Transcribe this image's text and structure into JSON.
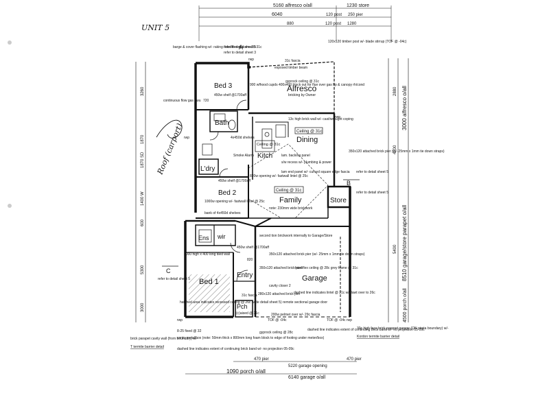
{
  "sheet": {
    "unit_label": "UNIT 5",
    "dims_top": {
      "alfresco_overall": "5160 alfresco o/all",
      "store_overall": "1230 store",
      "left_run": "6040",
      "post1": "120 post",
      "post2": "120 post",
      "pier": "250 pier",
      "right_run": "880",
      "store_sub": "1280"
    },
    "dims_right": {
      "alfresco_overall": "3000 alfresco o/all",
      "garage_store_overall": "8510 garage/store parapet o/all",
      "porch_overall": "4500 porch o/all",
      "r1": "2880",
      "r2": "4200",
      "r3": "5400"
    },
    "dims_left": {
      "v1": "3260",
      "v2": "1870",
      "v3": "1870 SD",
      "v4": "1400 W",
      "v5": "600",
      "v6": "5300",
      "v7": "3000"
    },
    "dims_bottom": {
      "pier_left": "470 pier",
      "garage_opening": "5220 garage opening",
      "pier_right": "470 pier",
      "porch_overall": "1090 porch o/all",
      "garage_overall": "6140 garage o/all"
    },
    "rooms": {
      "bed3": "Bed 3",
      "alfresco": "Alfresco",
      "bath": "Bath",
      "dining": "Dining",
      "kitchen": "Kitch",
      "laundry": "L'dry",
      "bed2": "Bed 2",
      "family": "Family",
      "store": "Store",
      "ens": "Ens",
      "wir": "wir",
      "bed1": "Bed 1",
      "entry": "Entry",
      "garage": "Garage",
      "porch": "Pch"
    },
    "ceilings": {
      "dining": "Ceiling @ 31c",
      "kitchen": "Ceiling @ 31c",
      "family": "Ceiling @ 31c"
    },
    "section_markers": {
      "a": "A",
      "b": "B",
      "c": "C",
      "ref_a": "refer to detail sheet 5",
      "ref_b": "refer to detail sheet 5",
      "ref_c": "refer to detail sheet 5"
    },
    "notes": {
      "barge": "barge & cover flashing w/- raking fixed/flex spacers 28-31c",
      "ref_top": "refer to detail sheet 3",
      "post_note": "120x120 timber post w/- blade stirrup (TOF @ -04c)",
      "fascia_top": "31c fascia",
      "exposed_beam": "exposed timber beam",
      "rwp1": "rwp",
      "rwp2": "rwp",
      "rwp3": "rwp",
      "rwp4": "rwp",
      "rwp5": "rwp",
      "gyprock_ceiling": "gyprock ceiling @ 31c",
      "bricking": "bricking by Owner",
      "gas_note": "900 wfhood cupds 400x400 block out for flue over gas hp & canopy rh/cond",
      "shelf_bed3": "450w shelf @1700aff",
      "gas_flue": "continuous flow gas hwu",
      "high_wall": "13c high brick wall w/- cast/wrought coping",
      "shelves_4x": "4x450d shelves",
      "smoke_alarm": "Smoke Alarm",
      "glass_backing": "lam. backing panel",
      "plumbing": "s/w recess w/- plumbing & power",
      "return_panel": "lam end panel w/- curved square edge fascia",
      "opening_bed2": "820w opening w/- fastwall lintel @ 25c",
      "shelf_bed2": "450w shelf @1700aff",
      "opening_1000": "1000w opening w/- fastwall lintel @ 25c",
      "bank_shelves": "bank of 4x450d shelves",
      "brickwork": "note: 230mm wide brickwork",
      "attached_pier": "350x120 attached brick pier (w/- 25mm x 1mm tie down straps)",
      "ref_sheet5": "refer to detail sheet 5",
      "second_brickwork": "second tion brickwork internally to Garage/Store",
      "attached_pier2": "350x120 attached brick pier (w/- 25mm x 1mm tie down straps)",
      "shelf_wir": "450w shelf @1700aff",
      "long_wall": "1000 high x 400 long tiled wall",
      "pier_350": "350x120 attached brick pier",
      "hardiflex": "hardiflex ceiling @ 28c grey frame @ 31c",
      "closer": "cavity closer 2",
      "attached_pier3": "280x120 attached brick pier",
      "dashed_lintel": "dashed line indicates lintel @ 21c w/- lawt over to 26c",
      "hatched": "hatched area indicates recessed ceiling @ 26c (vide detail sheet 5)",
      "sectional_door": "remote sectional garage door",
      "pch_note": "(c)aised @ 31c",
      "tof_left": "TOF @ -04c",
      "tof_right": "TOF @ -04c",
      "pelmet": "200w pelmet over w/- 29c fascia",
      "gyprock_porch": "gyprock ceiling @ 28c",
      "fascia_porch": "31c fascia",
      "parapet_left": "brick parapet cavity wall (from boundary) w/- ",
      "termite_left": "T termite barrier detail",
      "control_joint": "contr. metal/box (note: 50mm thick x 800mm long foam block to edge of footing under meter/box)",
      "dashed_model": "dashed line indicates extent of continuing brick band w/- no projection 05-09c",
      "dashed_right": "dashed line indicates extent of continuing brick band w/- no projection 05-09c",
      "parapet_right": "30c high face brick parapet garage (ON strata boundary) w/- ",
      "termite_right": "Kordon termite barrier detail",
      "stairs": "8-25 fixed @ 32",
      "spot_720": "720",
      "spot_820": "820"
    },
    "handwriting": {
      "left_note": "Roof (carport)"
    }
  }
}
